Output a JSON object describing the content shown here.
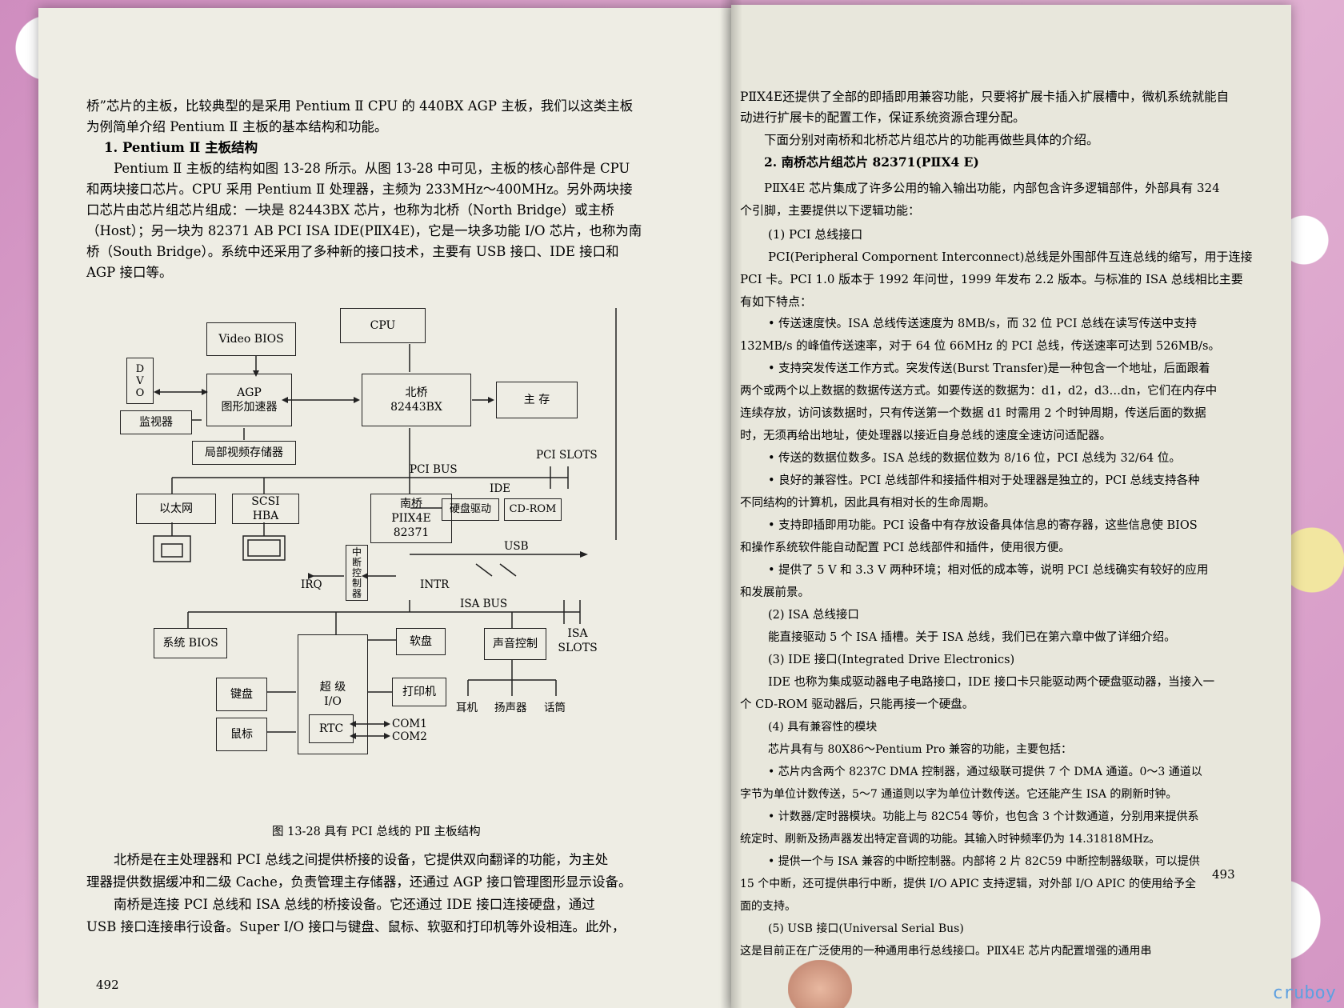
{
  "left_page": {
    "intro_line1": "桥”芯片的主板，比较典型的是采用 Pentium Ⅱ CPU 的 440BX AGP 主板，我们以这类主板",
    "intro_line2": "为例简单介绍 Pentium Ⅱ 主板的基本结构和功能。",
    "section1_heading": "1. Pentium Ⅱ 主板结构",
    "p1_l1": "Pentium Ⅱ 主板的结构如图 13-28 所示。从图 13-28 中可见，主板的核心部件是 CPU",
    "p1_l2": "和两块接口芯片。CPU 采用 Pentium Ⅱ 处理器，主频为 233MHz～400MHz。另外两块接",
    "p1_l3": "口芯片由芯片组芯片组成：一块是 82443BX 芯片，也称为北桥（North Bridge）或主桥",
    "p1_l4": "（Host）；另一块为 82371 AB PCI ISA IDE(PⅡX4E)，它是一块多功能 I/O 芯片，也称为南",
    "p1_l5": "桥（South Bridge）。系统中还采用了多种新的接口技术，主要有 USB 接口、IDE 接口和",
    "p1_l6": "AGP 接口等。",
    "diagram": {
      "cpu": "CPU",
      "video_bios": "Video BIOS",
      "dvo": "D\nV\nO",
      "agp": "AGP\n图形加速器",
      "north_bridge": "北桥\n82443BX",
      "main_memory": "主  存",
      "monitor": "监视器",
      "local_video_mem": "局部视频存储器",
      "pci_bus": "PCI BUS",
      "pci_slots": "PCI SLOTS",
      "ethernet": "以太网",
      "scsi": "SCSI\nHBA",
      "south_bridge": "南桥\nPIIX4E\n82371",
      "ide": "IDE",
      "hdd": "硬盘驱动",
      "cdrom": "CD-ROM",
      "usb": "USB",
      "interrupt_ctrl": "中\n断\n控\n制\n器",
      "irq": "IRQ",
      "intr": "INTR",
      "isa_bus": "ISA BUS",
      "isa_slots": "ISA\nSLOTS",
      "system_bios": "系统 BIOS",
      "super_io": "超  级\nI/O",
      "floppy": "软盘",
      "sound": "声音控制",
      "keyboard": "键盘",
      "printer": "打印机",
      "mouse": "鼠标",
      "rtc": "RTC",
      "com1": "COM1",
      "com2": "COM2",
      "earphone": "耳机",
      "speaker": "扬声器",
      "microphone": "话筒"
    },
    "caption": "图 13-28  具有 PCI 总线的 PⅡ 主板结构",
    "p2_l1": "北桥是在主处理器和 PCI 总线之间提供桥接的设备，它提供双向翻译的功能，为主处",
    "p2_l2": "理器提供数据缓冲和二级 Cache，负责管理主存储器，还通过 AGP 接口管理图形显示设备。",
    "p3_l1": "南桥是连接 PCI 总线和 ISA 总线的桥接设备。它还通过 IDE 接口连接硬盘，通过",
    "p3_l2": "USB 接口连接串行设备。Super I/O 接口与键盘、鼠标、软驱和打印机等外设相连。此外，",
    "page_number": "492"
  },
  "right_page": {
    "l1": "PⅡX4E还提供了全部的即插即用兼容功能，只要将扩展卡插入扩展槽中，微机系统就能自",
    "l2": "动进行扩展卡的配置工作，保证系统资源合理分配。",
    "l3": "下面分别对南桥和北桥芯片组芯片的功能再做些具体的介绍。",
    "section2_heading": "2. 南桥芯片组芯片 82371(PⅡX4 E)",
    "l5": "PⅡX4E 芯片集成了许多公用的输入输出功能，内部包含许多逻辑部件，外部具有 324",
    "l6": "个引脚，主要提供以下逻辑功能：",
    "l7": "(1) PCI 总线接口",
    "l8": "PCI(Peripheral Compornent Interconnect)总线是外围部件互连总线的缩写，用于连接",
    "l9": "PCI 卡。PCI 1.0 版本于 1992 年问世，1999 年发布 2.2 版本。与标准的 ISA 总线相比主要",
    "l10": "有如下特点：",
    "l11": "• 传送速度快。ISA 总线传送速度为 8MB/s，而 32 位 PCI 总线在读写传送中支持",
    "l12": "132MB/s 的峰值传送速率，对于 64 位 66MHz 的 PCI 总线，传送速率可达到 526MB/s。",
    "l13": "• 支持突发传送工作方式。突发传送(Burst Transfer)是一种包含一个地址，后面跟着",
    "l14": "两个或两个以上数据的数据传送方式。如要传送的数据为：d1，d2，d3…dn，它们在内存中",
    "l15": "连续存放，访问该数据时，只有传送第一个数据 d1 时需用 2 个时钟周期，传送后面的数据",
    "l16": "时，无须再给出地址，使处理器以接近自身总线的速度全速访问适配器。",
    "l17": "• 传送的数据位数多。ISA 总线的数据位数为 8/16 位，PCI 总线为 32/64 位。",
    "l18": "• 良好的兼容性。PCI 总线部件和接插件相对于处理器是独立的，PCI 总线支持各种",
    "l19": "不同结构的计算机，因此具有相对长的生命周期。",
    "l20": "• 支持即插即用功能。PCI 设备中有存放设备具体信息的寄存器，这些信息使 BIOS",
    "l21": "和操作系统软件能自动配置 PCI 总线部件和插件，使用很方便。",
    "l22": "• 提供了 5 V 和 3.3 V 两种环境；相对低的成本等，说明 PCI 总线确实有较好的应用",
    "l23": "和发展前景。",
    "l24": "(2) ISA 总线接口",
    "l25": "能直接驱动 5 个 ISA 插槽。关于 ISA 总线，我们已在第六章中做了详细介绍。",
    "l26": "(3) IDE 接口(Integrated Drive Electronics)",
    "l27": "IDE 也称为集成驱动器电子电路接口，IDE 接口卡只能驱动两个硬盘驱动器，当接入一",
    "l28": "个 CD-ROM 驱动器后，只能再接一个硬盘。",
    "l29": "(4) 具有兼容性的模块",
    "l30": "芯片具有与 80X86～Pentium Pro 兼容的功能，主要包括：",
    "l31": "• 芯片内含两个 8237C DMA 控制器，通过级联可提供 7 个 DMA 通道。0～3 通道以",
    "l32": "字节为单位计数传送，5～7 通道则以字为单位计数传送。它还能产生 ISA 的刷新时钟。",
    "l33": "• 计数器/定时器模块。功能上与 82C54 等价，也包含 3 个计数通道，分别用来提供系",
    "l34": "统定时、刷新及扬声器发出特定音调的功能。其输入时钟频率仍为 14.31818MHz。",
    "l35": "• 提供一个与 ISA 兼容的中断控制器。内部将 2 片 82C59 中断控制器级联，可以提供",
    "l36": "15 个中断，还可提供串行中断，提供 I/O APIC 支持逻辑，对外部 I/O APIC 的使用给予全",
    "l37": "面的支持。",
    "l38": "(5) USB 接口(Universal Serial Bus)",
    "l39": "这是目前正在广泛使用的一种通用串行总线接口。PⅡX4E 芯片内配置增强的通用串",
    "page_number": "493"
  },
  "watermark": "cruboy"
}
